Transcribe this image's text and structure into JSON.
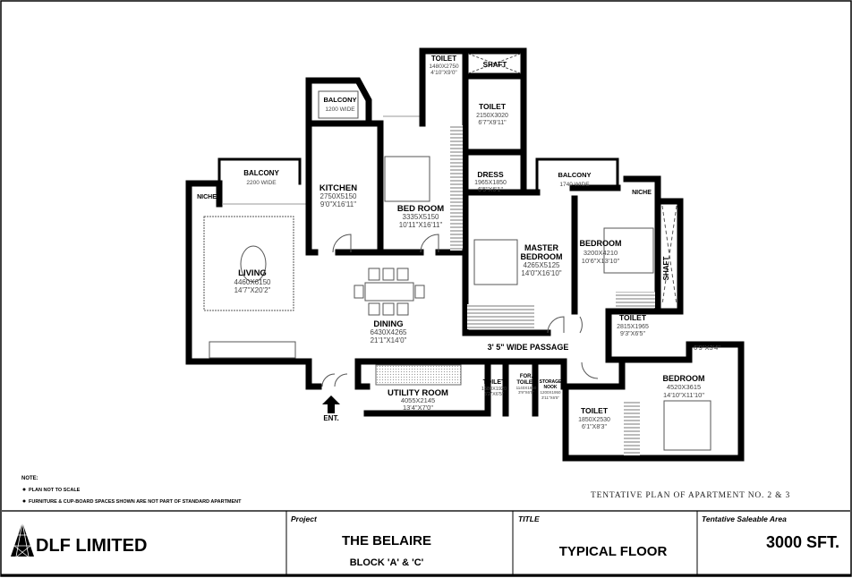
{
  "rooms": {
    "living": {
      "name": "LIVING",
      "metric": "4460X6150",
      "imperial": "14'7\"X20'2\""
    },
    "balcony_living": {
      "name": "BALCONY",
      "width": "2200 WIDE"
    },
    "niche_left": {
      "name": "NICHE"
    },
    "kitchen": {
      "name": "KITCHEN",
      "metric": "2750X5150",
      "imperial": "9'0\"X16'11\""
    },
    "balcony_kitchen": {
      "name": "BALCONY",
      "width": "1200 WIDE"
    },
    "bedroom_1": {
      "name": "BED ROOM",
      "metric": "3335X5150",
      "imperial": "10'11\"X16'11\""
    },
    "toilet_top": {
      "name": "TOILET",
      "metric": "1480X2750",
      "imperial": "4'10\"X9'0\""
    },
    "shaft_top": {
      "name": "SHAFT"
    },
    "toilet_master": {
      "name": "TOILET",
      "metric": "2150X3020",
      "imperial": "6'7\"X9'11\""
    },
    "dress": {
      "name": "DRESS",
      "metric": "1965X1850",
      "imperial": "6'5\"X6'1\""
    },
    "balcony_master": {
      "name": "BALCONY",
      "width": "1740 WIDE"
    },
    "master_bedroom": {
      "name_line1": "MASTER",
      "name_line2": "BEDROOM",
      "metric": "4265X5125",
      "imperial": "14'0\"X16'10\""
    },
    "niche_right": {
      "name": "NICHE"
    },
    "bedroom_2": {
      "name": "BEDROOM",
      "metric": "3200X4210",
      "imperial": "10'6\"X13'10\""
    },
    "shaft_right": {
      "name": "SHAFT"
    },
    "toilet_bed2": {
      "name": "TOILET",
      "metric": "2815X1965",
      "imperial": "9'3\"X6'5\""
    },
    "dining": {
      "name": "DINING",
      "metric": "6430X4265",
      "imperial": "21'1\"X14'0\""
    },
    "passage": {
      "name": "3' 5\" WIDE PASSAGE"
    },
    "utility": {
      "name": "UTILITY ROOM",
      "metric": "4055X2145",
      "imperial": "13'4\"X7'0\""
    },
    "toilet_utility": {
      "name": "TOILET",
      "metric": "1580X1920",
      "imperial": "5'2\"X6'5\""
    },
    "servant_toilet": {
      "name_line1": "FOR.",
      "name_line2": "TOILET",
      "metric": "1140X1950",
      "imperial": "3'9\"X6'5\""
    },
    "storage": {
      "name_line1": "STORAGE",
      "name_line2": "NOOK",
      "metric": "1200X1950",
      "imperial": "3'11\"X6'5\""
    },
    "bedroom_3": {
      "name": "BEDROOM",
      "metric": "4520X3615",
      "imperial": "14'10\"X11'10\"",
      "bay": "6'9\"X3'4\""
    },
    "toilet_bed3": {
      "name": "TOILET",
      "metric": "1850X2530",
      "imperial": "6'1\"X8'3\""
    },
    "entrance": {
      "name": "ENT."
    }
  },
  "notes": {
    "heading": "NOTE:",
    "items": [
      "PLAN NOT TO SCALE",
      "FURNITURE & CUP-BOARD SPACES SHOWN ARE NOT PART OF STANDARD APARTMENT"
    ]
  },
  "plan_caption": "TENTATIVE PLAN OF APARTMENT NO. 2 & 3",
  "title_block": {
    "company": "DLF LIMITED",
    "project_label": "Project",
    "project_name": "THE BELAIRE",
    "project_block": "BLOCK 'A' & 'C'",
    "title_label": "TITLE",
    "title_value": "TYPICAL FLOOR",
    "area_label": "Tentative Saleable Area",
    "area_value": "3000 SFT."
  }
}
